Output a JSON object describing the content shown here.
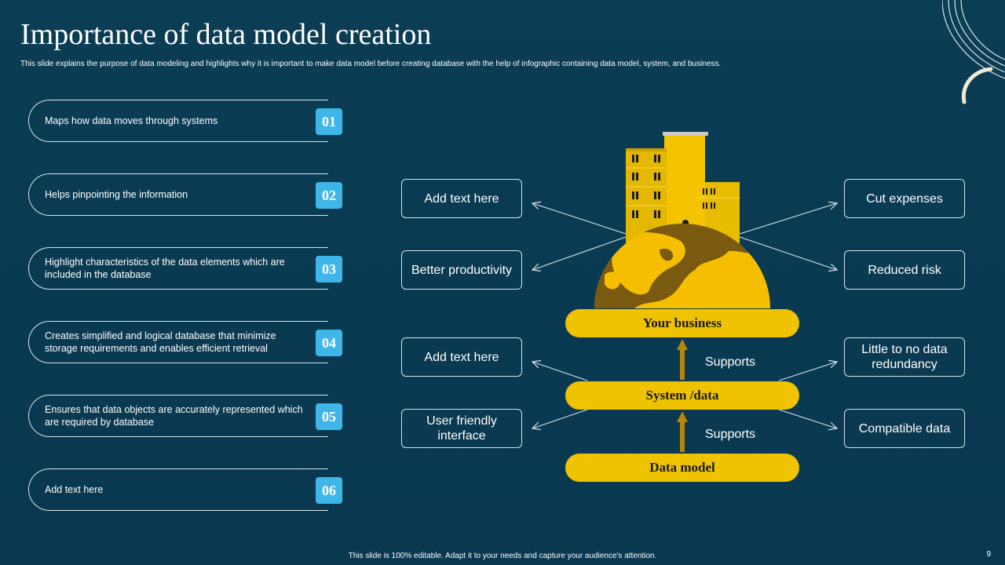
{
  "header": {
    "title": "Importance of data model creation",
    "subtitle": "This slide explains the purpose of data modeling and highlights why it is important to make data model before creating database with the help of infographic containing data model, system, and business."
  },
  "list_items": [
    {
      "num": "01",
      "text": "Maps how data moves through systems"
    },
    {
      "num": "02",
      "text": "Helps pinpointing the information"
    },
    {
      "num": "03",
      "text": "Highlight characteristics of the data elements which are included in the database"
    },
    {
      "num": "04",
      "text": "Creates simplified and logical database that minimize storage requirements and enables efficient retrieval"
    },
    {
      "num": "05",
      "text": "Ensures that data objects are accurately represented which are required by database"
    },
    {
      "num": "06",
      "text": "Add text here"
    }
  ],
  "left_boxes": [
    "Add text here",
    "Better productivity",
    "Add text here",
    "User friendly interface"
  ],
  "right_boxes": [
    "Cut expenses",
    "Reduced risk",
    "Little to no data redundancy",
    "Compatible data"
  ],
  "stack": {
    "business": "Your business",
    "system": "System /data",
    "model": "Data model",
    "supports_upper": "Supports",
    "supports_lower": "Supports"
  },
  "colors": {
    "background": "#0a3a52",
    "accent_yellow": "#efc300",
    "number_badge": "#3fb6e8",
    "earth_land": "#7a5a10"
  },
  "footer": {
    "note": "This slide is 100% editable. Adapt it to your needs and capture your audience's attention.",
    "page": "9"
  }
}
